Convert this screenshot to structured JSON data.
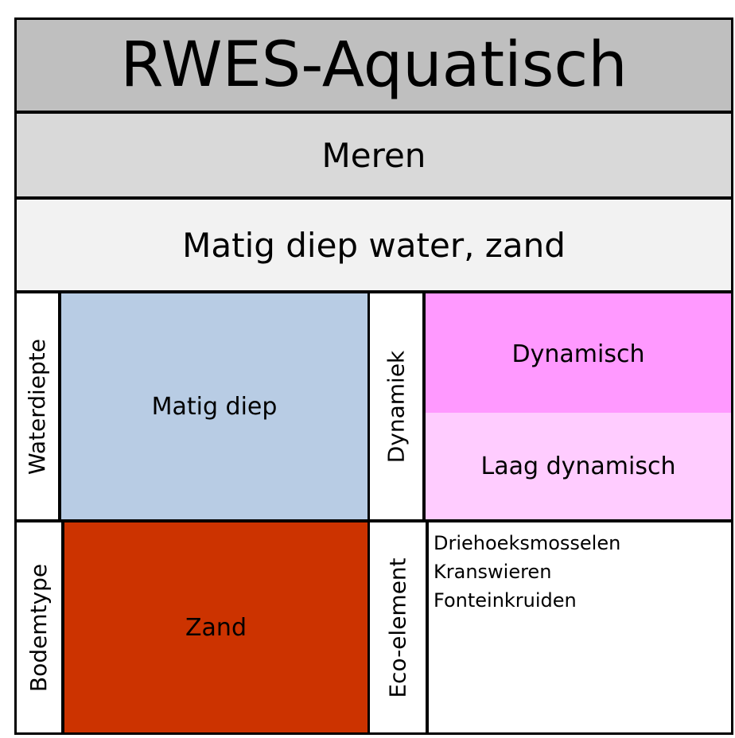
{
  "title": "RWES-Aquatisch",
  "subtitle1": "Meren",
  "subtitle2": "Matig diep water, zand",
  "labels": {
    "waterdiepte": "Waterdiepte",
    "bodemtype": "Bodemtype",
    "dynamiek": "Dynamiek",
    "eco_element": "Eco-element"
  },
  "cells": {
    "waterdiepte_value": "Matig diep",
    "bodemtype_value": "Zand",
    "dynamiek_values": [
      "Dynamisch",
      "Laag dynamisch"
    ],
    "eco_elements": [
      "Driehoeksmosselen",
      "Kranswieren",
      "Fonteinkruiden"
    ]
  },
  "colors": {
    "title_bg": "#bfbfbf",
    "sub1_bg": "#d9d9d9",
    "sub2_bg": "#f2f2f2",
    "waterdiepte": "#b8cce4",
    "zand": "#cc3300",
    "dynamisch": "#ff99ff",
    "laag_dynamisch": "#ffccff"
  }
}
